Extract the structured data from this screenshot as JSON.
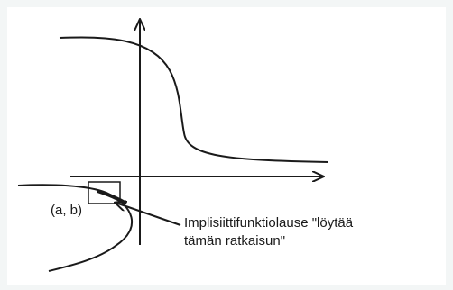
{
  "diagram": {
    "point_label": "(a, b)",
    "annotation": [
      "Implisiittifunktiolause \"löytää",
      "tämän ratkaisun\""
    ],
    "colors": {
      "background": "#f3f6f6",
      "panel": "#ffffff",
      "ink": "#1a1a1a"
    }
  }
}
